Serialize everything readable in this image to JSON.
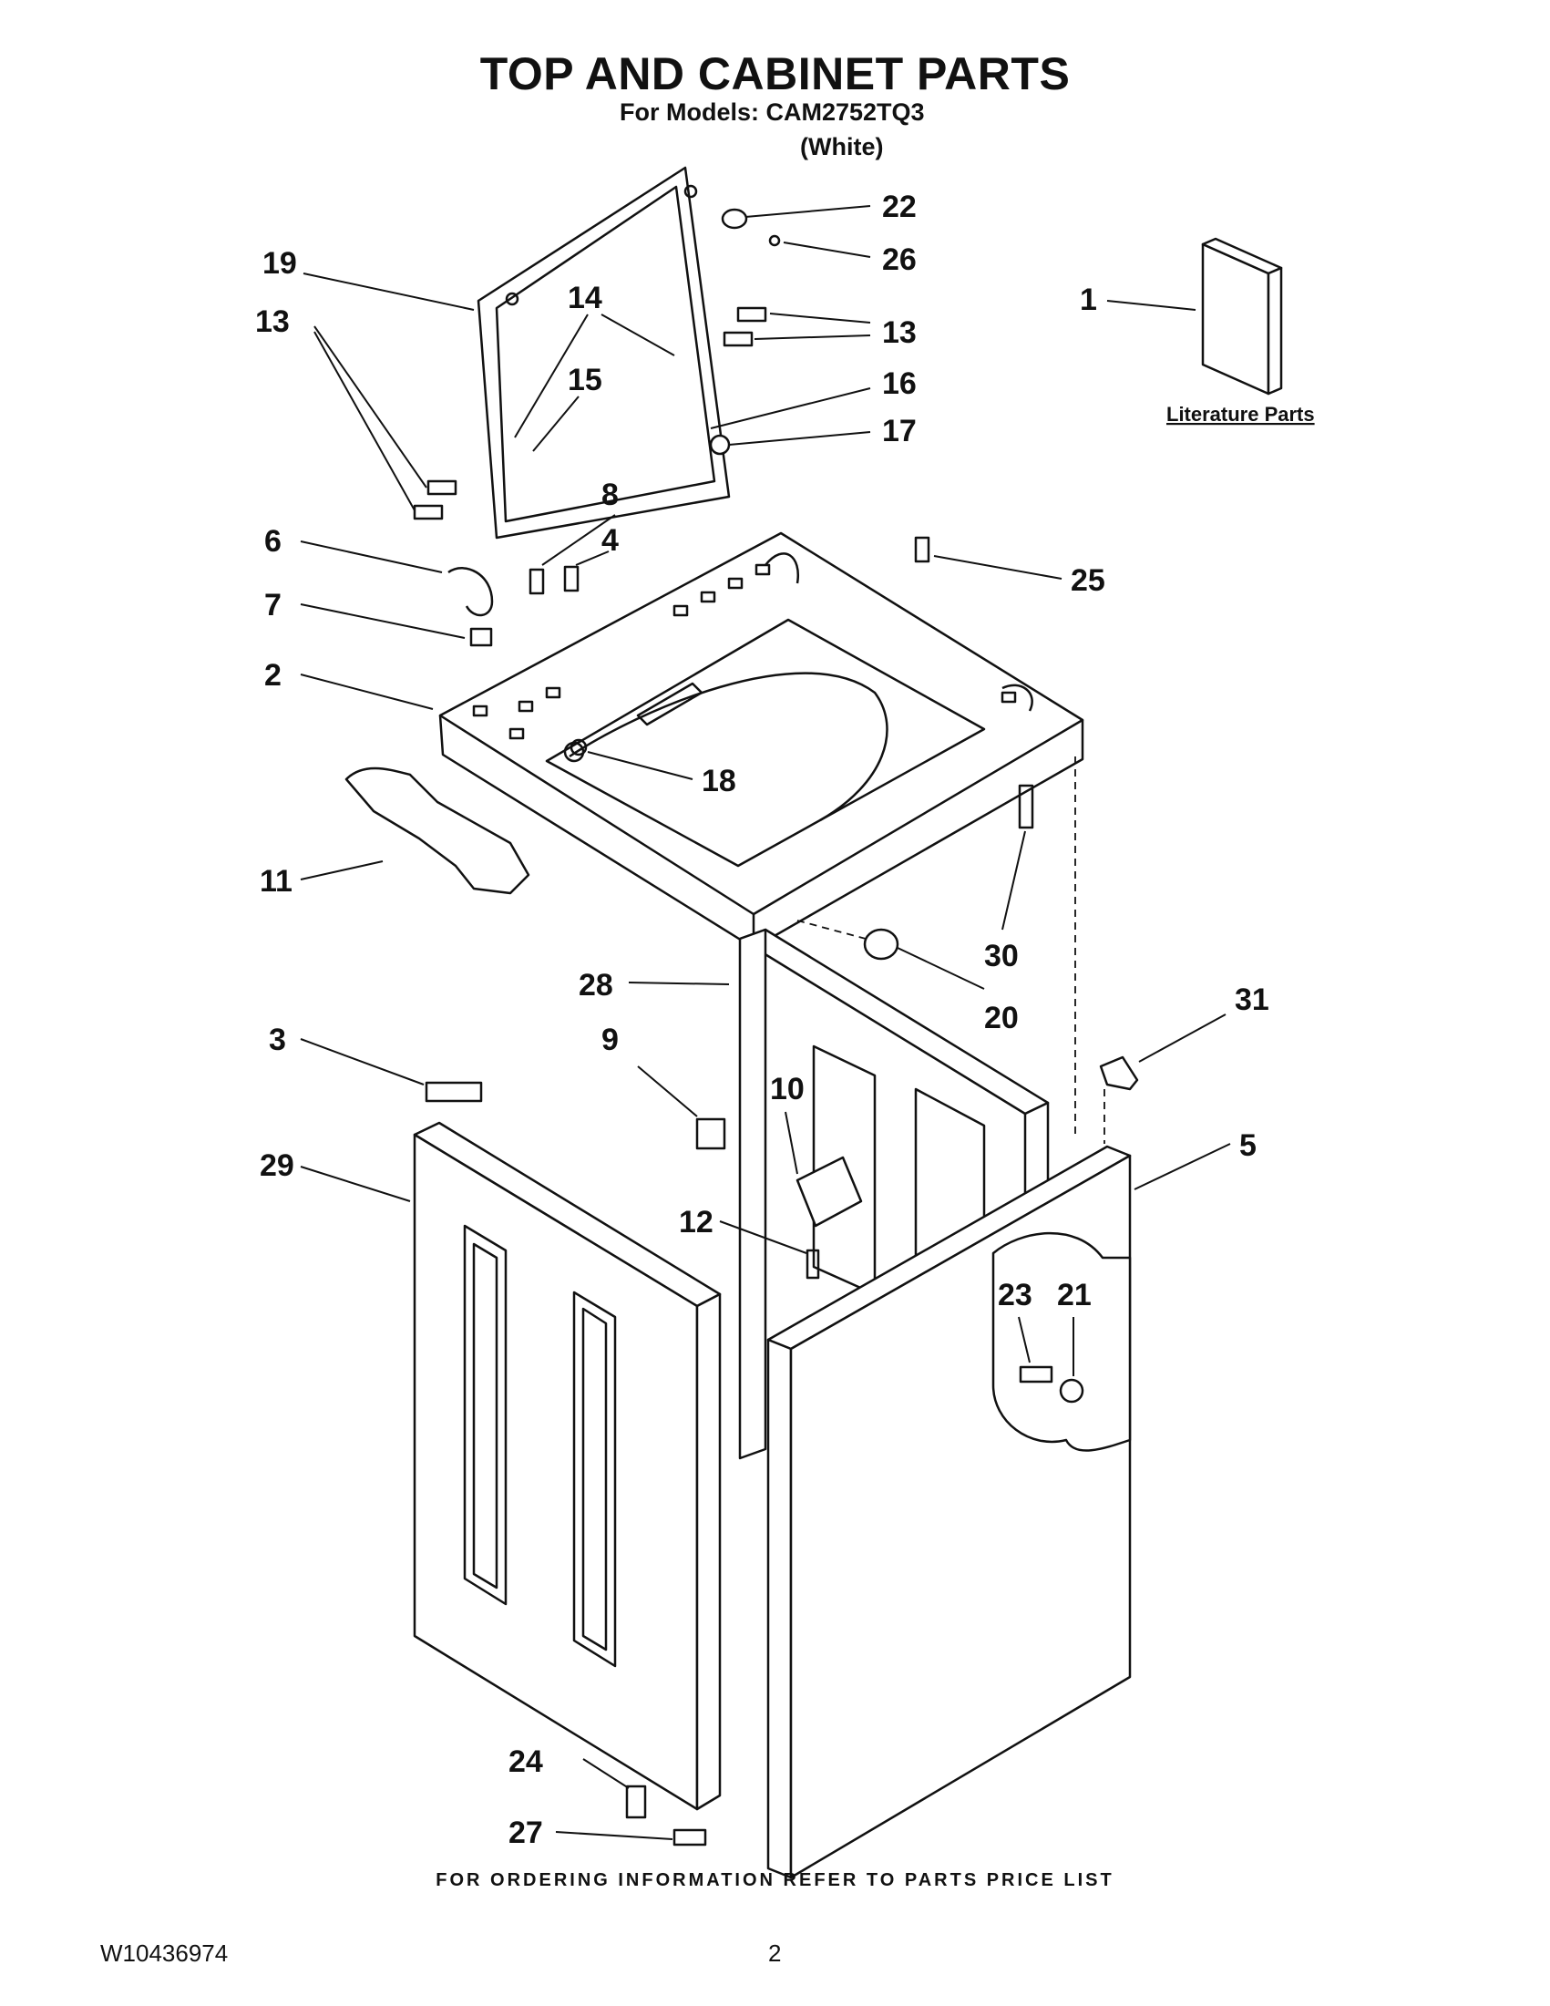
{
  "header": {
    "title": "TOP AND CABINET PARTS",
    "subtitle": "For Models: CAM2752TQ3",
    "variant": "(White)"
  },
  "literature": {
    "label": "Literature Parts"
  },
  "callouts": [
    "22",
    "26",
    "19",
    "14",
    "13",
    "1",
    "15",
    "16",
    "17",
    "13",
    "8",
    "4",
    "6",
    "25",
    "7",
    "2",
    "18",
    "11",
    "30",
    "20",
    "31",
    "28",
    "9",
    "3",
    "10",
    "5",
    "29",
    "12",
    "23",
    "21",
    "24",
    "27"
  ],
  "footer": {
    "note": "FOR ORDERING INFORMATION REFER TO PARTS PRICE LIST",
    "doc_number": "W10436974",
    "page_number": "2"
  }
}
